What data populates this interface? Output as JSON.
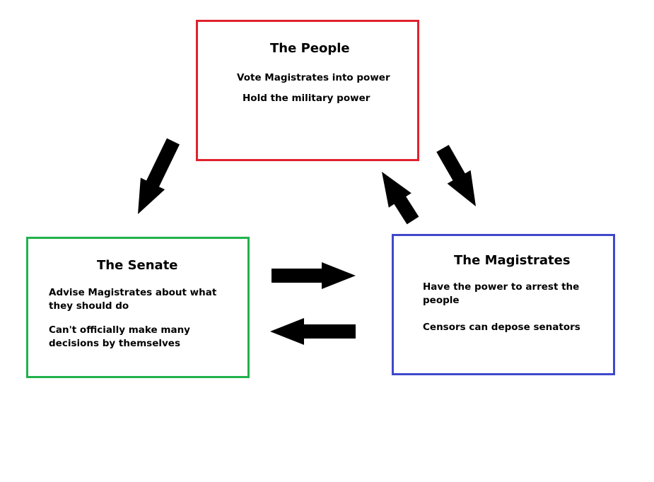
{
  "colors": {
    "people": "#e0222e",
    "senate": "#22b14c",
    "magistrates": "#3f48cc",
    "arrow": "#000000"
  },
  "people": {
    "title": "The People",
    "lines": [
      "Vote Magistrates into power",
      "Hold the military power"
    ]
  },
  "senate": {
    "title": "The Senate",
    "lines": [
      "Advise Magistrates about what they should do",
      "Can't officially make many decisions by themselves"
    ]
  },
  "magistrates": {
    "title": "The Magistrates",
    "lines": [
      "Have the power to arrest the people",
      "Censors can depose senators"
    ]
  },
  "arrows": [
    {
      "from": "people",
      "to": "senate"
    },
    {
      "from": "people",
      "to": "magistrates"
    },
    {
      "from": "magistrates",
      "to": "people"
    },
    {
      "from": "senate",
      "to": "magistrates"
    },
    {
      "from": "magistrates",
      "to": "senate"
    }
  ]
}
